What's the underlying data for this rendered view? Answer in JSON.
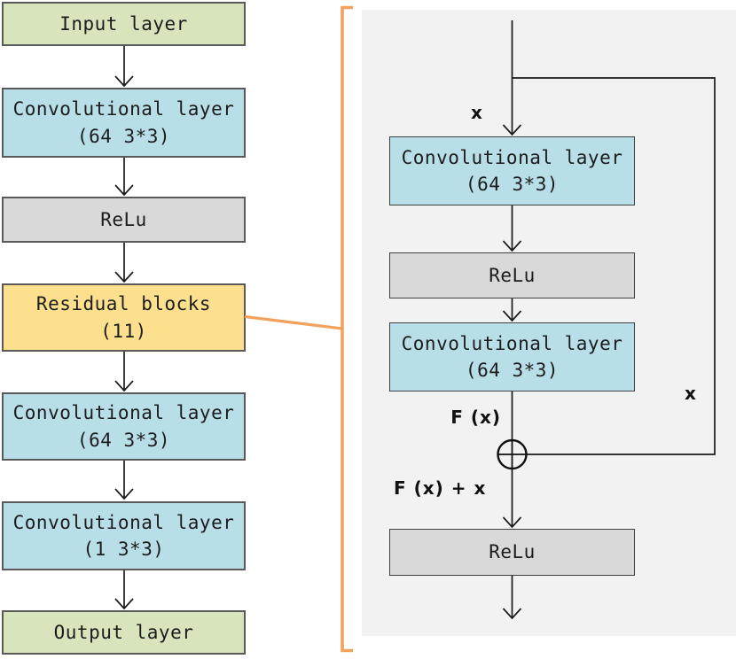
{
  "palette": {
    "node_green": "#d7e4bc",
    "node_blue": "#b8dee8",
    "node_gray": "#d9d9d9",
    "node_yellow": "#fce08d",
    "panel_background": "#f2f2f2",
    "bracket_orange": "#f2a25c",
    "line_black": "#1a1a1a",
    "box_border": "#595959"
  },
  "left_flow": {
    "nodes": [
      {
        "label": "Input layer"
      },
      {
        "label": "Convolutional layer",
        "sublabel": "(64 3*3)"
      },
      {
        "label": "ReLu"
      },
      {
        "label": "Residual blocks",
        "sublabel": "(11)"
      },
      {
        "label": "Convolutional layer",
        "sublabel": "(64 3*3)"
      },
      {
        "label": "Convolutional layer",
        "sublabel": "(1 3*3)"
      },
      {
        "label": "Output layer"
      }
    ]
  },
  "residual_detail": {
    "nodes": [
      {
        "label": "Convolutional layer",
        "sublabel": "(64 3*3)"
      },
      {
        "label": "ReLu"
      },
      {
        "label": "Convolutional layer",
        "sublabel": "(64 3*3)"
      },
      {
        "label": "ReLu"
      }
    ],
    "annotations": {
      "input": "x",
      "skip": "x",
      "residual_output": "F (x)",
      "sum": "F (x) + x"
    }
  }
}
